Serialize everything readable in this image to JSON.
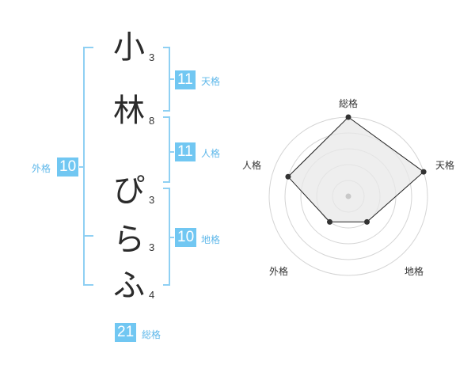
{
  "name": {
    "chars": [
      {
        "char": "小",
        "strokes": "3"
      },
      {
        "char": "林",
        "strokes": "8"
      },
      {
        "char": "ぴ",
        "strokes": "3"
      },
      {
        "char": "ら",
        "strokes": "3"
      },
      {
        "char": "ふ",
        "strokes": "4"
      }
    ]
  },
  "fortune": {
    "tenkaku": {
      "label": "天格",
      "value": "11"
    },
    "jinkaku": {
      "label": "人格",
      "value": "11"
    },
    "chikaku": {
      "label": "地格",
      "value": "10"
    },
    "gaikaku": {
      "label": "外格",
      "value": "10"
    },
    "soukaku": {
      "label": "総格",
      "value": "21"
    }
  },
  "colors": {
    "accent": "#71c7f2",
    "bracket": "#8fd0f3",
    "radar_fill": "#e8e8e8"
  },
  "radar": {
    "axes": [
      "総格",
      "天格",
      "地格",
      "外格",
      "人格"
    ],
    "levels": 5,
    "scores": {
      "総格": 5,
      "天格": 5,
      "地格": 2,
      "外格": 2,
      "人格": 4
    }
  }
}
